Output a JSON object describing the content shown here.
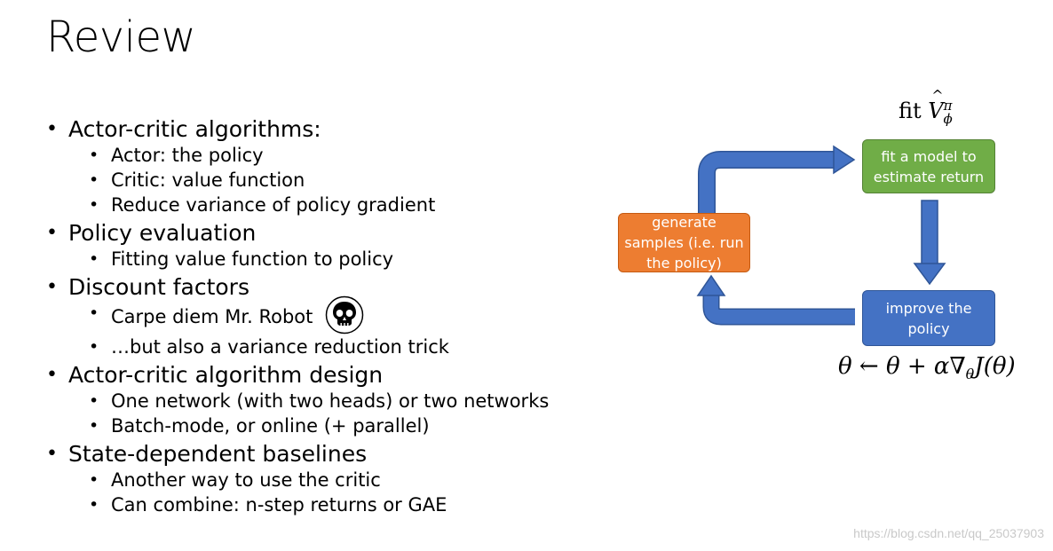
{
  "slide": {
    "title": "Review",
    "bullets": [
      {
        "text": "Actor-critic algorithms:",
        "sub": [
          "Actor: the policy",
          "Critic: value function",
          "Reduce variance of policy gradient"
        ]
      },
      {
        "text": "Policy evaluation",
        "sub": [
          "Fitting value function to policy"
        ]
      },
      {
        "text": "Discount factors",
        "sub": [
          "Carpe diem Mr. Robot",
          "…but also a variance reduction trick"
        ]
      },
      {
        "text": "Actor-critic algorithm design",
        "sub": [
          "One network (with two heads) or two networks",
          "Batch-mode, or online (+ parallel)"
        ]
      },
      {
        "text": "State-dependent baselines",
        "sub": [
          "Another way to use the critic",
          "Can combine: n-step returns or GAE"
        ]
      }
    ]
  },
  "diagram": {
    "boxes": {
      "generate": "generate samples (i.e. run the policy)",
      "fit": "fit a model to estimate return",
      "improve": "improve the policy"
    },
    "equations": {
      "fit_prefix": "fit",
      "fit_symbol": "V",
      "fit_sup": "π",
      "fit_sub": "ϕ",
      "update": "θ ← θ + α∇",
      "update_sub": "θ",
      "update_tail": "J(θ)"
    },
    "colors": {
      "generate": "#ed7d31",
      "fit": "#70ad47",
      "improve": "#4472c4",
      "arrow": "#4472c4"
    }
  },
  "watermark": "https://blog.csdn.net/qq_25037903"
}
